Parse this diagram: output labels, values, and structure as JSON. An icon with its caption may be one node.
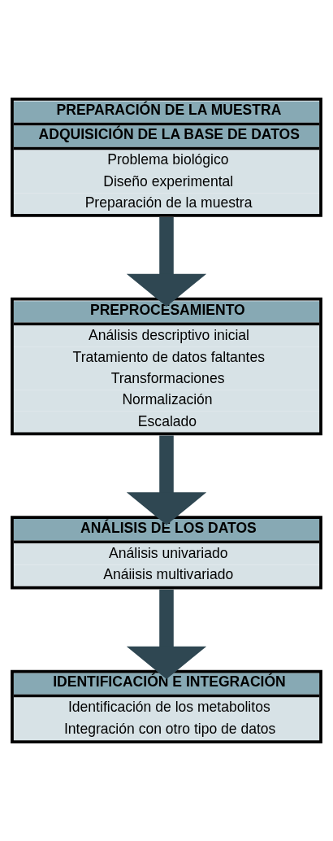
{
  "diagram": {
    "nodes": [
      {
        "text": [
          "PREPARACIÓN DE LA MUESTRA",
          "ADQUISICIÓN DE LA BASE DE DATOS",
          "Problema biológico",
          "Diseño experimental",
          "Preparación de la muestra"
        ]
      },
      {
        "text": [
          "PREPROCESAMIENTO",
          "Análisis descriptivo inicial",
          "Tratamiento de datos faltantes",
          "Transformaciones",
          "Normalización",
          "Escalado"
        ]
      },
      {
        "text": [
          "ANÁLISIS DE LOS DATOS",
          "Análisis univariado",
          "Anáiisis multivariado"
        ]
      },
      {
        "text": [
          "IDENTIFICACIÓN E INTEGRACIÓN",
          "Identificación de los metabolitos",
          "Integración con otro tipo de datos"
        ]
      }
    ],
    "edges": [
      {
        "from": 0,
        "to": 1,
        "arrow": "to"
      },
      {
        "from": 1,
        "to": 2,
        "arrow": "to"
      },
      {
        "from": 2,
        "to": 3,
        "arrow": "to"
      }
    ]
  }
}
